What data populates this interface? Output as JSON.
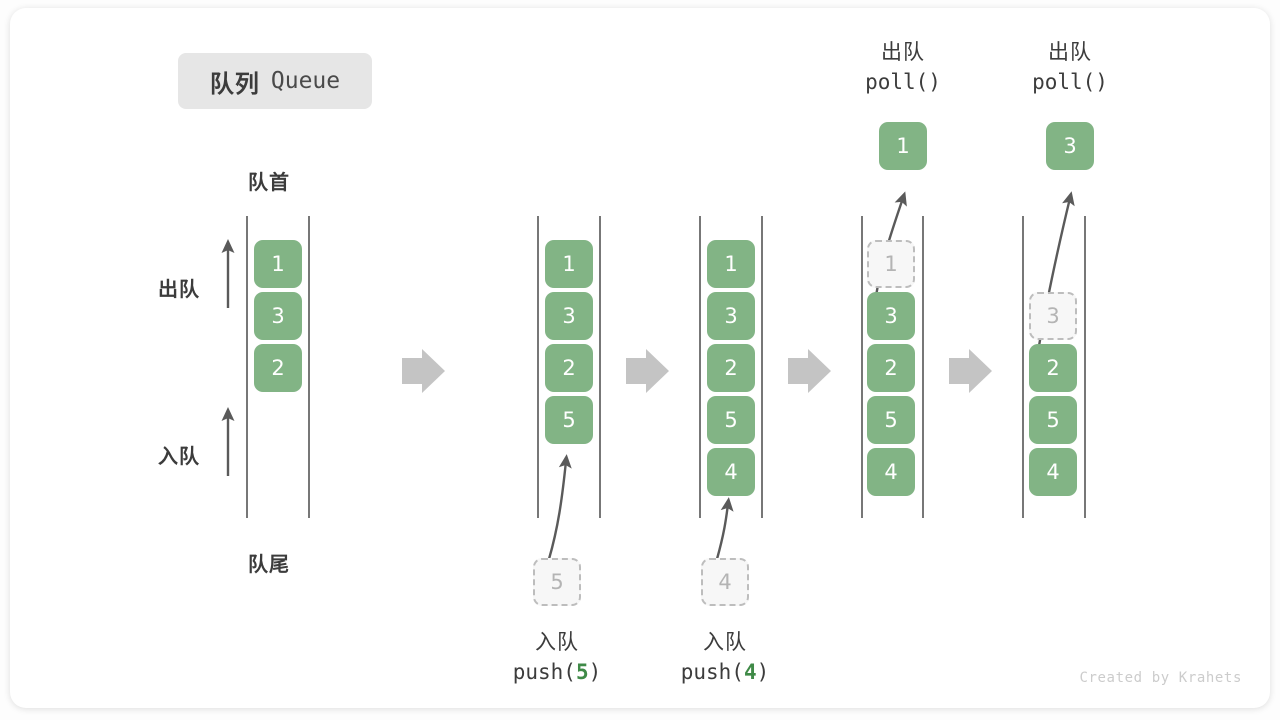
{
  "title": {
    "cn": "队列",
    "en": "Queue"
  },
  "labels": {
    "head": "队首",
    "tail": "队尾",
    "dequeue_side": "出队",
    "enqueue_side": "入队"
  },
  "watermark": "Created by Krahets",
  "colors": {
    "cell_fill": "#82b485",
    "cell_text": "#ffffff",
    "ghost_fill": "#f7f7f7",
    "ghost_border": "#bdbdbd",
    "ghost_text": "#b4b4b4",
    "rail": "#555555",
    "arrow_separator": "#c4c4c4",
    "curve_arrow": "#5a5a5a",
    "badge_bg": "#e6e6e6",
    "text": "#3c3c3c",
    "accent_green": "#3f8a47"
  },
  "separators": [
    {
      "name": "separator-1"
    },
    {
      "name": "separator-2"
    },
    {
      "name": "separator-3"
    },
    {
      "name": "separator-4"
    }
  ],
  "top_operations": [
    {
      "cn": "出队",
      "code_pre": "poll(",
      "code_num": "",
      "code_post": ")",
      "popped_value": "1"
    },
    {
      "cn": "出队",
      "code_pre": "poll(",
      "code_num": "",
      "code_post": ")",
      "popped_value": "3"
    }
  ],
  "bottom_operations": [
    {
      "cn": "入队",
      "code_pre": "push(",
      "code_num": "5",
      "code_post": ")",
      "incoming_value": "5"
    },
    {
      "cn": "入队",
      "code_pre": "push(",
      "code_num": "4",
      "code_post": ")",
      "incoming_value": "4"
    }
  ],
  "columns": [
    {
      "name": "queue-state-initial",
      "cells": [
        {
          "value": "1",
          "ghost": false
        },
        {
          "value": "3",
          "ghost": false
        },
        {
          "value": "2",
          "ghost": false
        }
      ]
    },
    {
      "name": "queue-state-after-push-5",
      "cells": [
        {
          "value": "1",
          "ghost": false
        },
        {
          "value": "3",
          "ghost": false
        },
        {
          "value": "2",
          "ghost": false
        },
        {
          "value": "5",
          "ghost": false
        }
      ]
    },
    {
      "name": "queue-state-after-push-4",
      "cells": [
        {
          "value": "1",
          "ghost": false
        },
        {
          "value": "3",
          "ghost": false
        },
        {
          "value": "2",
          "ghost": false
        },
        {
          "value": "5",
          "ghost": false
        },
        {
          "value": "4",
          "ghost": false
        }
      ]
    },
    {
      "name": "queue-state-after-poll-1",
      "cells": [
        {
          "value": "1",
          "ghost": true
        },
        {
          "value": "3",
          "ghost": false
        },
        {
          "value": "2",
          "ghost": false
        },
        {
          "value": "5",
          "ghost": false
        },
        {
          "value": "4",
          "ghost": false
        }
      ]
    },
    {
      "name": "queue-state-after-poll-3",
      "cells": [
        {
          "value": "3",
          "ghost": true
        },
        {
          "value": "2",
          "ghost": false
        },
        {
          "value": "5",
          "ghost": false
        },
        {
          "value": "4",
          "ghost": false
        }
      ]
    }
  ]
}
